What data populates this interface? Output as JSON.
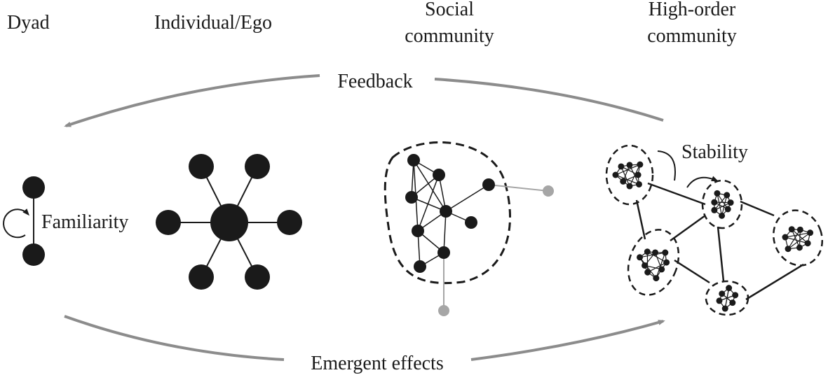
{
  "headers": {
    "dyad": "Dyad",
    "individual": "Individual/Ego",
    "social_line1": "Social",
    "social_line2": "community",
    "high_line1": "High-order",
    "high_line2": "community"
  },
  "arrows": {
    "feedback": "Feedback",
    "emergent": "Emergent effects"
  },
  "annotations": {
    "familiarity": "Familiarity",
    "stability": "Stability"
  },
  "colors": {
    "node": "#1a1a1a",
    "arrow": "#8c8c8c",
    "external_node": "#a6a6a6",
    "text": "#1a1a1a"
  }
}
